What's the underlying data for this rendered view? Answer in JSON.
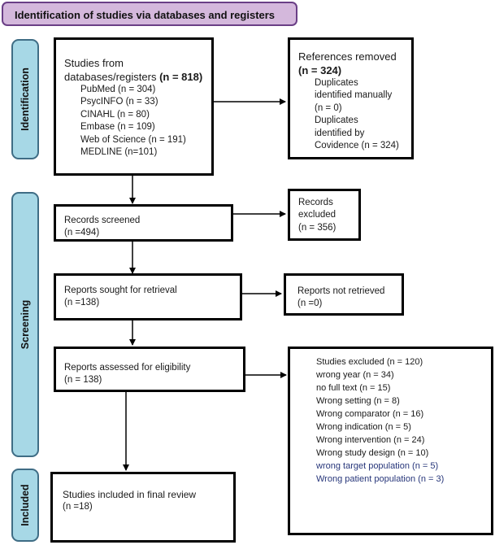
{
  "header": {
    "title": "Identification of studies via databases and registers"
  },
  "phases": {
    "identification": "Identification",
    "screening": "Screening",
    "included": "Included"
  },
  "boxes": {
    "studies_from": {
      "line1": "Studies from",
      "line2": "databases/registers",
      "count": "(n = 818)",
      "sources": [
        "PubMed (n = 304)",
        "PsycINFO (n = 33)",
        "CINAHL (n = 80)",
        "Embase (n = 109)",
        "Web of Science (n = 191)",
        "MEDLINE (n=101)"
      ]
    },
    "references_removed": {
      "title": "References removed",
      "count": "(n = 324)",
      "lines": [
        "Duplicates",
        "identified manually",
        "(n = 0)",
        "Duplicates",
        "identified by",
        "Covidence (n = 324)"
      ]
    },
    "records_screened": {
      "title": "Records screened",
      "count": "(n =494)"
    },
    "records_excluded": {
      "line1": "Records",
      "line2": "excluded",
      "count": "(n = 356)"
    },
    "reports_sought": {
      "title": "Reports sought for retrieval",
      "count": "(n =138)"
    },
    "reports_not_retrieved": {
      "title": "Reports not retrieved",
      "count": "(n =0)"
    },
    "reports_assessed": {
      "title": "Reports assessed for eligibility",
      "count": "(n = 138)"
    },
    "studies_excluded": {
      "lines": [
        "Studies excluded (n = 120)",
        "wrong year (n = 34)",
        "no full text (n = 15)",
        "Wrong setting (n = 8)",
        "Wrong comparator (n = 16)",
        "Wrong indication (n = 5)",
        "Wrong intervention (n = 24)",
        "Wrong study design (n = 10)"
      ],
      "highlight_lines": [
        "wrong target population (n = 5)",
        "Wrong patient population (n = 3)"
      ]
    },
    "studies_included": {
      "title": "Studies included in final review",
      "count": "(n =18)"
    }
  },
  "colors": {
    "header_bg": "#d4b8dc",
    "header_border": "#6a3f86",
    "phase_bg": "#a7d8e6",
    "phase_border": "#3f6d85",
    "highlight_text": "#27367a"
  }
}
